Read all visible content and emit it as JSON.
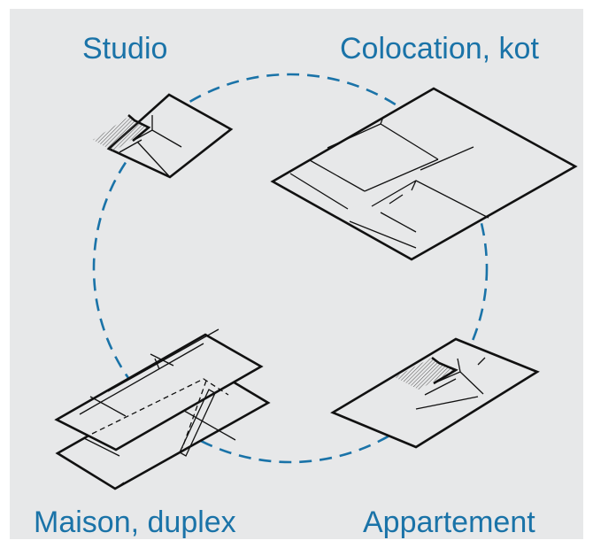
{
  "labels": {
    "studio": "Studio",
    "colocation": "Colocation, kot",
    "maison": "Maison, duplex",
    "appartement": "Appartement"
  },
  "colors": {
    "background": "#e7e8e9",
    "label_text": "#1a73a8",
    "dashed_circle": "#1a73a8",
    "outline": "#111111"
  }
}
